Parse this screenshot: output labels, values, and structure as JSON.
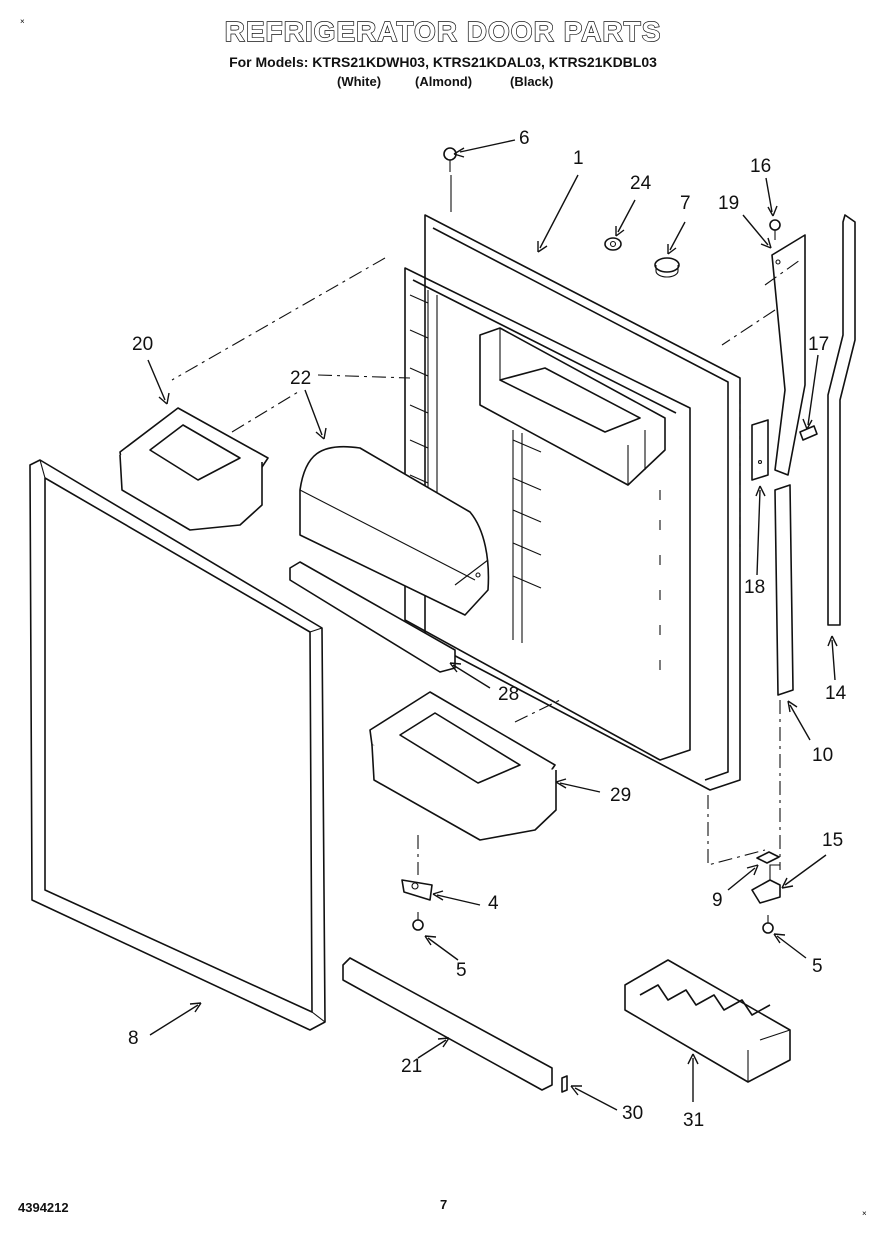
{
  "header": {
    "title": "REFRIGERATOR DOOR PARTS",
    "models": "For Models: KTRS21KDWH03, KTRS21KDAL03, KTRS21KDBL03",
    "colors": [
      "(White)",
      "(Almond)",
      "(Black)"
    ]
  },
  "callouts": [
    "6",
    "1",
    "24",
    "7",
    "16",
    "19",
    "20",
    "22",
    "17",
    "18",
    "14",
    "10",
    "28",
    "29",
    "15",
    "9",
    "4",
    "5",
    "5",
    "8",
    "21",
    "30",
    "31"
  ],
  "footer": {
    "part_number": "4394212",
    "page": "7"
  }
}
